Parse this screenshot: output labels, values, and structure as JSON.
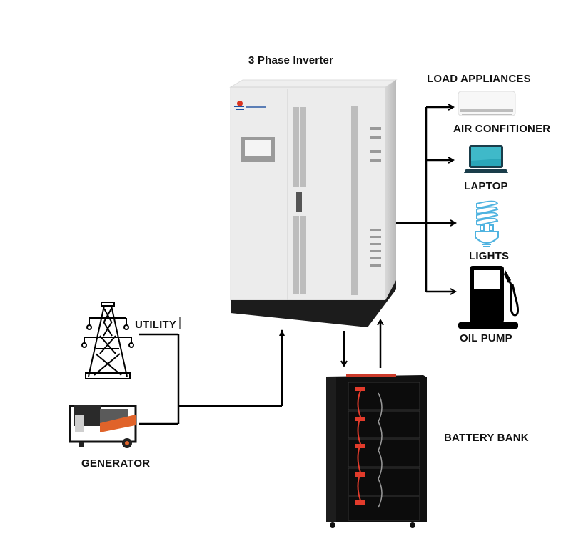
{
  "diagram": {
    "title": "3 Phase Inverter",
    "load_heading": "LOAD APPLIANCES",
    "loads": [
      {
        "label": "AIR CONFITIONER",
        "icon": "air-conditioner-icon"
      },
      {
        "label": "LAPTOP",
        "icon": "laptop-icon"
      },
      {
        "label": "LIGHTS",
        "icon": "light-bulb-icon"
      },
      {
        "label": "OIL PUMP",
        "icon": "fuel-pump-icon"
      }
    ],
    "sources": [
      {
        "label": "UTILITY",
        "icon": "power-tower-icon"
      },
      {
        "label": "GENERATOR",
        "icon": "generator-icon"
      }
    ],
    "storage": {
      "label": "BATTERY BANK",
      "icon": "battery-rack-icon"
    },
    "colors": {
      "line": "#000000",
      "laptop_screen": "#2aa6b8",
      "bulb": "#4fb3e0",
      "generator_accent": "#e0632a",
      "battery_terminal": "#e23b2b"
    }
  }
}
